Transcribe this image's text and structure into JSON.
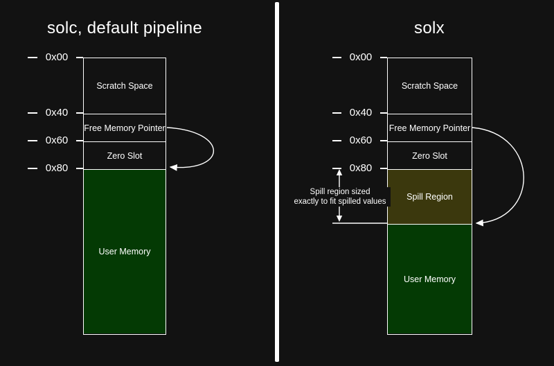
{
  "left_panel": {
    "title": "solc, default pipeline",
    "addresses": [
      "0x00",
      "0x40",
      "0x60",
      "0x80"
    ],
    "sections": [
      {
        "label": "Scratch Space"
      },
      {
        "label": "Free Memory Pointer"
      },
      {
        "label": "Zero Slot"
      },
      {
        "label": "User Memory"
      }
    ]
  },
  "right_panel": {
    "title": "solx",
    "addresses": [
      "0x00",
      "0x40",
      "0x60",
      "0x80"
    ],
    "sections": [
      {
        "label": "Scratch Space"
      },
      {
        "label": "Free Memory Pointer"
      },
      {
        "label": "Zero Slot"
      },
      {
        "label": "Spill Region"
      },
      {
        "label": "User Memory"
      }
    ],
    "annotation": {
      "line1": "Spill region sized",
      "line2": "exactly to fit spilled values"
    }
  },
  "colors": {
    "background": "#121212",
    "line": "#ffffff",
    "divider": "#ffffff",
    "user_memory_fill": "#043a04",
    "spill_region_fill": "#3b380d"
  }
}
